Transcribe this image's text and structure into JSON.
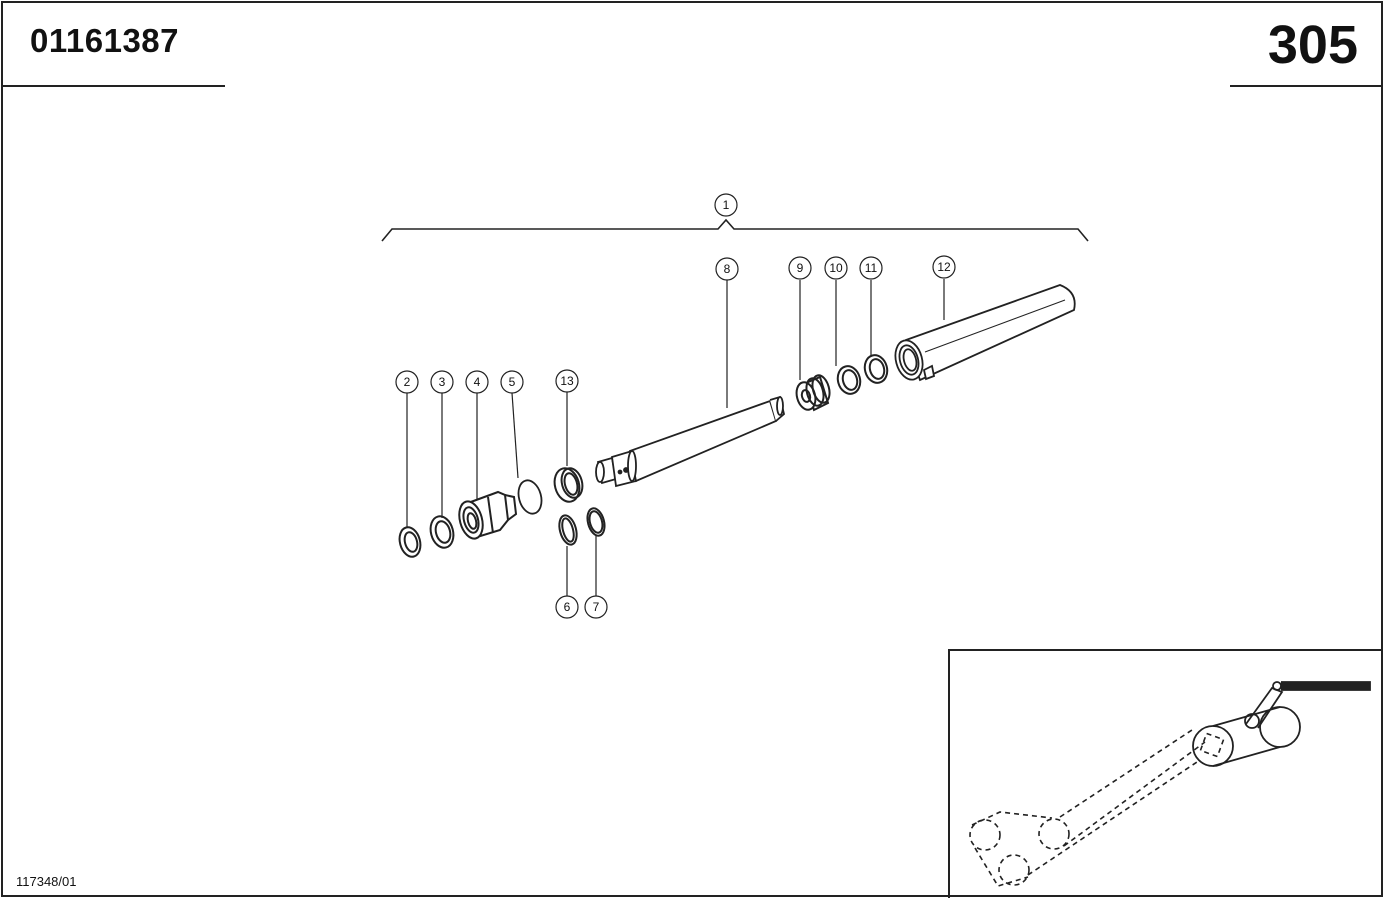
{
  "header": {
    "part_number": "01161387",
    "page_number": "305"
  },
  "footer": {
    "reference_code": "117348/01"
  },
  "callouts": [
    {
      "id": "c1",
      "label": "1"
    },
    {
      "id": "c2",
      "label": "2"
    },
    {
      "id": "c3",
      "label": "3"
    },
    {
      "id": "c4",
      "label": "4"
    },
    {
      "id": "c5",
      "label": "5"
    },
    {
      "id": "c6",
      "label": "6"
    },
    {
      "id": "c7",
      "label": "7"
    },
    {
      "id": "c8",
      "label": "8"
    },
    {
      "id": "c9",
      "label": "9"
    },
    {
      "id": "c10",
      "label": "10"
    },
    {
      "id": "c11",
      "label": "11"
    },
    {
      "id": "c12",
      "label": "12"
    },
    {
      "id": "c13",
      "label": "13"
    }
  ]
}
